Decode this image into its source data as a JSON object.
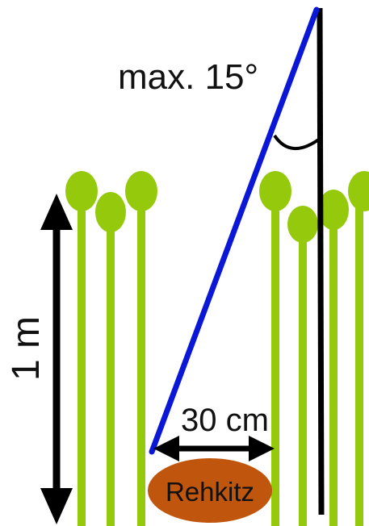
{
  "labels": {
    "angle": "max. 15°",
    "distance": "30 cm",
    "height": "1 m",
    "subject": "Rehkitz"
  },
  "colors": {
    "grass": "#95c90c",
    "sight_line": "#0a17d6",
    "vertical": "#000000",
    "deer": "#c0560e",
    "arrow": "#000000"
  }
}
